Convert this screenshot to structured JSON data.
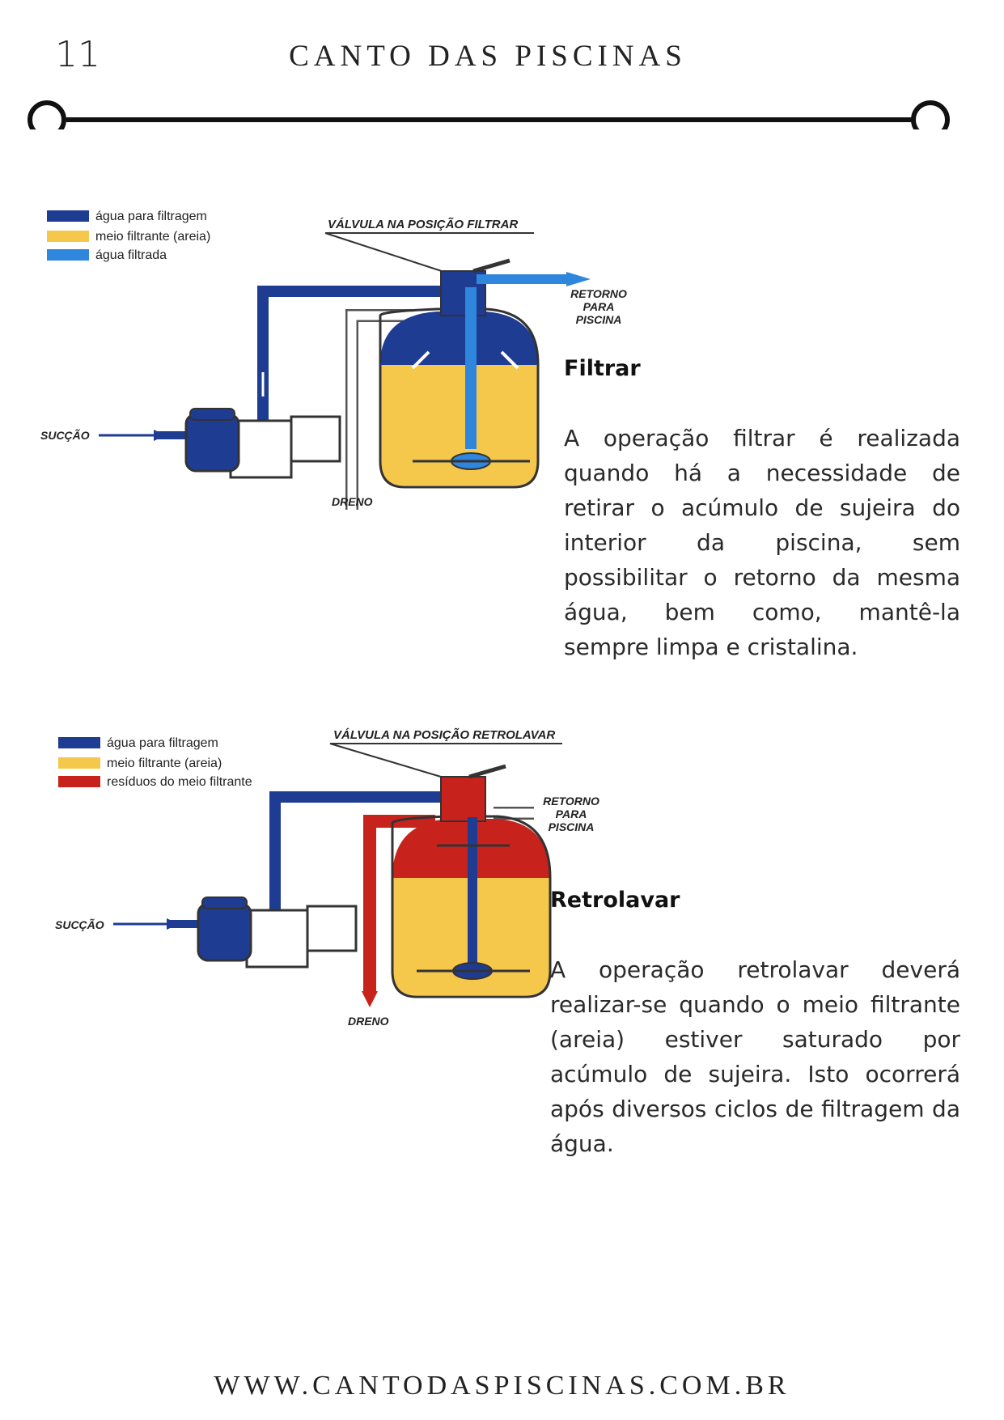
{
  "header": {
    "page_number": "11",
    "title": "CANTO DAS PISCINAS"
  },
  "colors": {
    "dark_water": "#1f3c93",
    "sand": "#f5c84c",
    "filtered_water": "#2f86dd",
    "residue": "#c8221c",
    "rule": "#111111"
  },
  "sections": {
    "filtrar": {
      "heading": "Filtrar",
      "body": "A operação filtrar é realizada quando há a necessidade de retirar o acúmulo de sujeira do interior da piscina, sem possibilitar o retorno da mesma água, bem como, mantê-la sempre limpa e cristalina.",
      "diagram": {
        "legend": [
          "água para filtragem",
          "meio filtrante (areia)",
          "água filtrada"
        ],
        "valve_label": "VÁLVULA NA POSIÇÃO FILTRAR",
        "return_label": [
          "RETORNO",
          "PARA",
          "PISCINA"
        ],
        "suction_label": "SUCÇÃO",
        "drain_label": "DRENO"
      }
    },
    "retrolavar": {
      "heading": "Retrolavar",
      "body": "A operação retrolavar deverá realizar-se quando o meio filtrante (areia) estiver saturado por acúmulo de sujeira. Isto ocorrerá após diversos ciclos de filtragem da água.",
      "diagram": {
        "legend": [
          "água para filtragem",
          "meio filtrante (areia)",
          "resíduos do meio filtrante"
        ],
        "valve_label": "VÁLVULA NA POSIÇÃO RETROLAVAR",
        "return_label": [
          "RETORNO",
          "PARA",
          "PISCINA"
        ],
        "suction_label": "SUCÇÃO",
        "drain_label": "DRENO"
      }
    }
  },
  "footer": {
    "url": "WWW.CANTODASPISCINAS.COM.BR"
  }
}
